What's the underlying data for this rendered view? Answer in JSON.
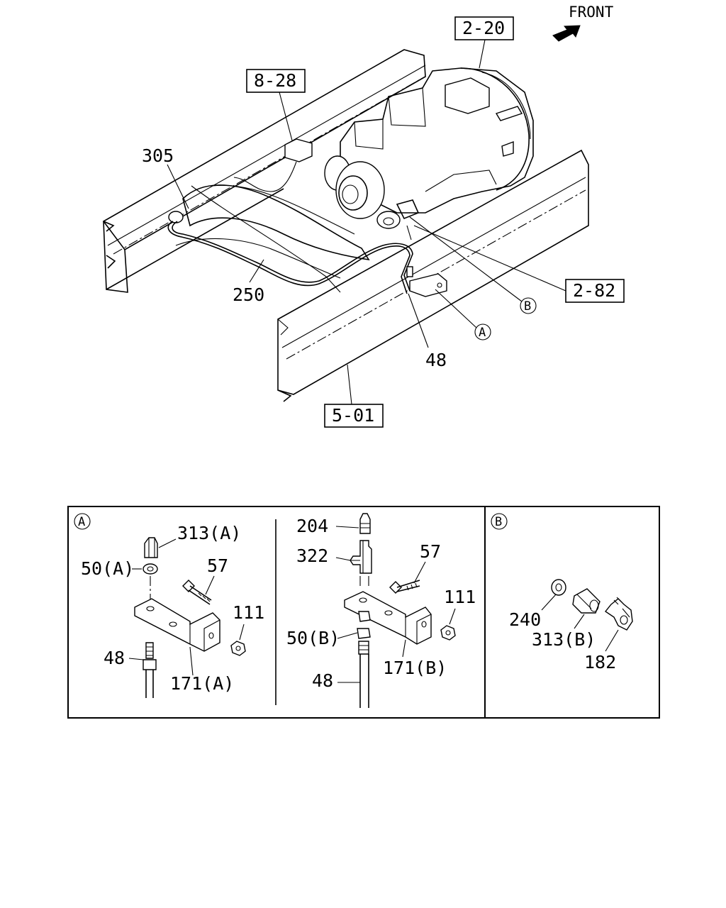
{
  "main_view": {
    "front_label": "FRONT",
    "refs": {
      "r220": "2-20",
      "r828": "8-28",
      "r282": "2-82",
      "r501": "5-01"
    },
    "parts": {
      "p305": "305",
      "p250": "250",
      "p48": "48"
    },
    "markers": {
      "a": "A",
      "b": "B"
    }
  },
  "detail_a_left": {
    "marker": "A",
    "parts": {
      "p313a": "313(A)",
      "p50a": "50(A)",
      "p57": "57",
      "p111": "111",
      "p48": "48",
      "p171a": "171(A)"
    }
  },
  "detail_a_right": {
    "parts": {
      "p204": "204",
      "p322": "322",
      "p57": "57",
      "p111": "111",
      "p50b": "50(B)",
      "p171b": "171(B)",
      "p48": "48"
    }
  },
  "detail_b": {
    "marker": "B",
    "parts": {
      "p240": "240",
      "p313b": "313(B)",
      "p182": "182"
    }
  }
}
